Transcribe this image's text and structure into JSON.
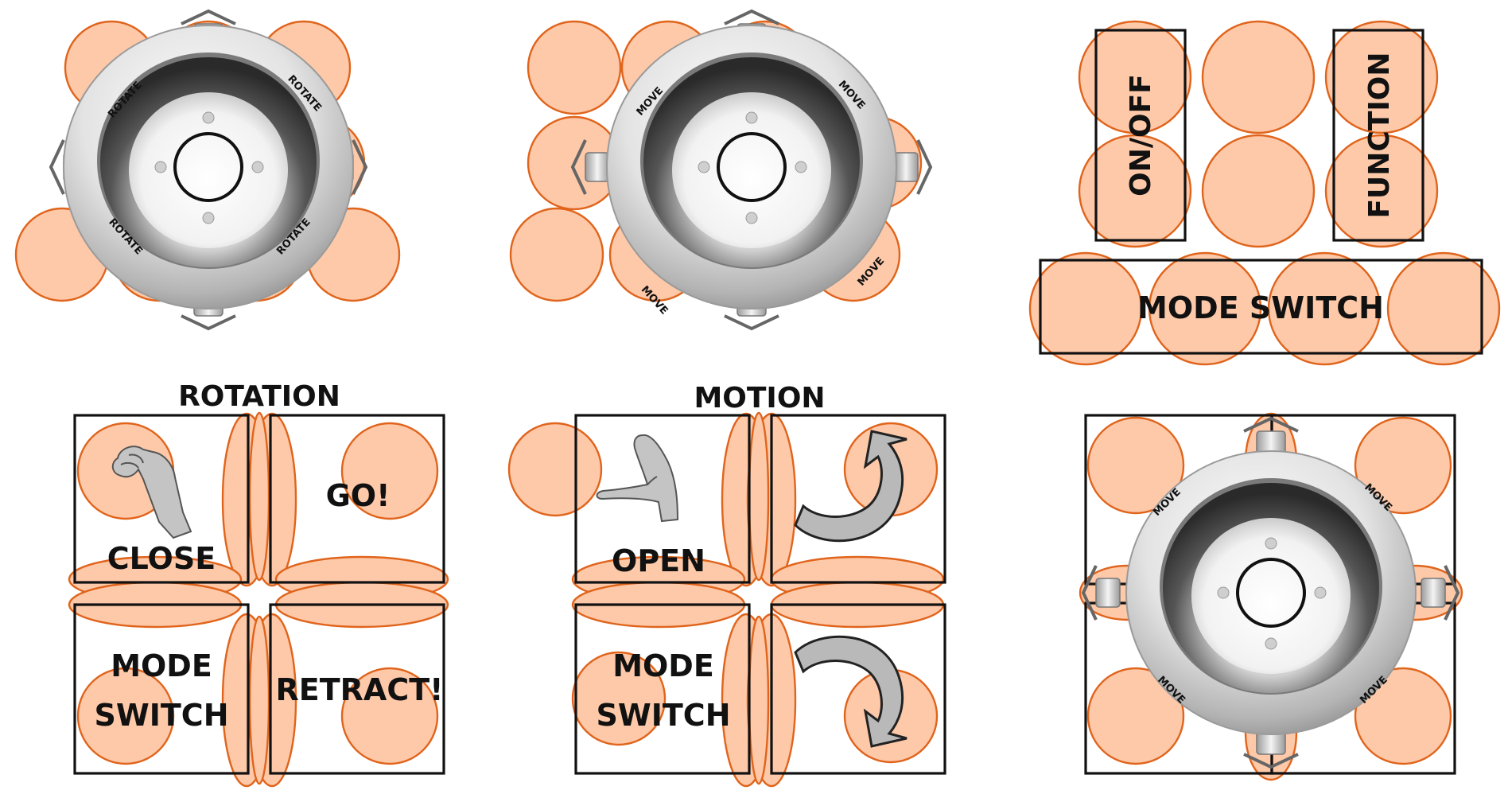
{
  "panels": {
    "rotation": {
      "caption": "ROTATION",
      "ring_labels": [
        "ROTATE",
        "ROTATE",
        "ROTATE",
        "ROTATE"
      ]
    },
    "motion": {
      "caption": "MOTION",
      "ring_labels": [
        "MOVE",
        "MOVE",
        "MOVE",
        "MOVE"
      ]
    },
    "switches": {
      "on_off": "ON/OFF",
      "function": "FUNCTION",
      "mode_switch": "MODE SWITCH"
    },
    "gripper_grid": {
      "close": "CLOSE",
      "go": "GO!",
      "mode_switch_line1": "MODE",
      "mode_switch_line2": "SWITCH",
      "retract": "RETRACT!"
    },
    "open_grid": {
      "open": "OPEN",
      "mode_switch_line1": "MODE",
      "mode_switch_line2": "SWITCH"
    },
    "move_grid": {
      "ring_labels": [
        "MOVE",
        "MOVE",
        "MOVE",
        "MOVE"
      ]
    }
  },
  "colors": {
    "zone_fill": "#fdc9a9",
    "zone_stroke": "#e0641c",
    "box_stroke": "#111111",
    "arrow_fill": "#b9b9b9"
  },
  "icons": [
    "pinch-hand-icon",
    "open-hand-icon",
    "rotate-counterclockwise-icon",
    "rotate-clockwise-icon",
    "controller-knob-icon"
  ]
}
